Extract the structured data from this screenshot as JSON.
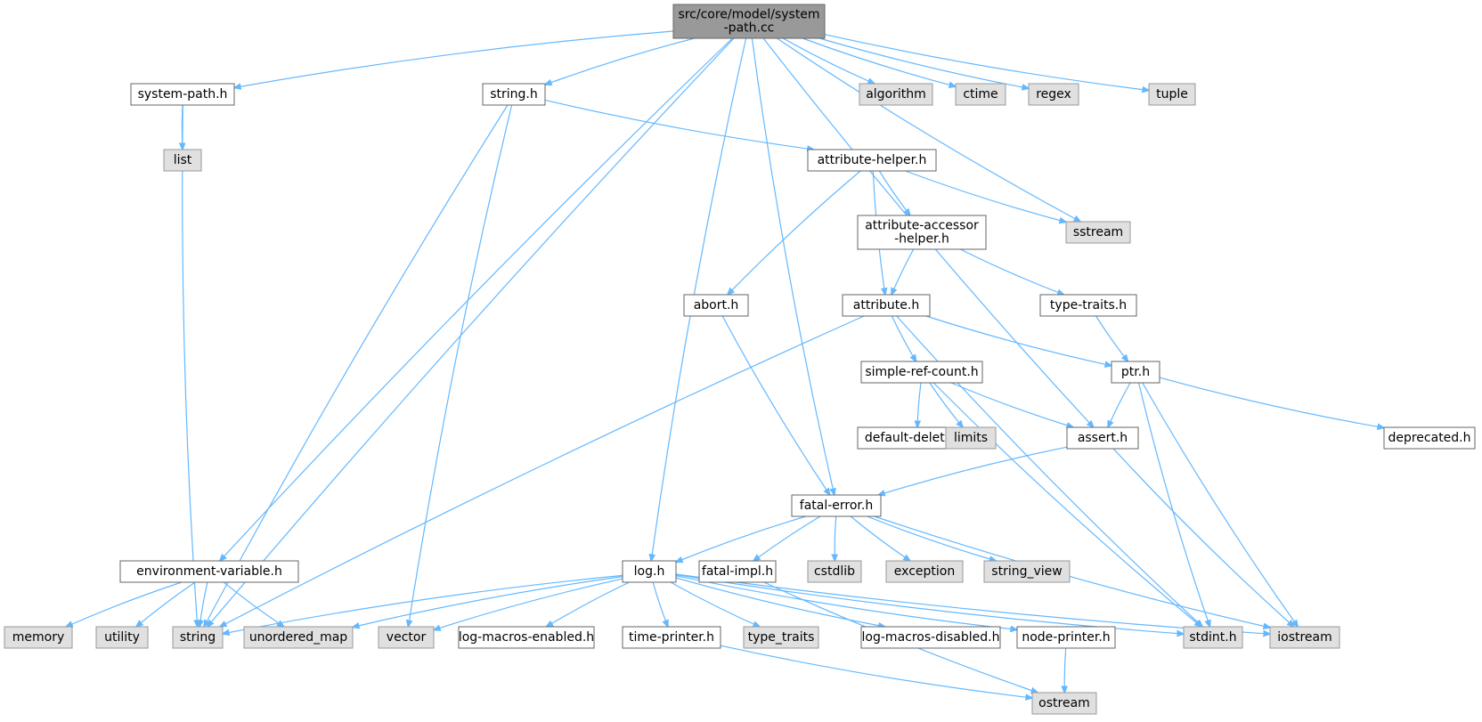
{
  "graph": {
    "colors": {
      "edge": "#63b8ff",
      "root_fill": "#999999",
      "file_fill": "#ffffff",
      "system_fill": "#e0e0e0",
      "border": "#666666"
    },
    "nodes": [
      {
        "id": "root",
        "label": [
          "src/core/model/system",
          "-path.cc"
        ],
        "kind": "root"
      },
      {
        "id": "system_path_h",
        "label": [
          "system-path.h"
        ],
        "kind": "file"
      },
      {
        "id": "string_h",
        "label": [
          "string.h"
        ],
        "kind": "file"
      },
      {
        "id": "algorithm",
        "label": [
          "algorithm"
        ],
        "kind": "system"
      },
      {
        "id": "ctime",
        "label": [
          "ctime"
        ],
        "kind": "system"
      },
      {
        "id": "regex",
        "label": [
          "regex"
        ],
        "kind": "system"
      },
      {
        "id": "tuple",
        "label": [
          "tuple"
        ],
        "kind": "system"
      },
      {
        "id": "list",
        "label": [
          "list"
        ],
        "kind": "system"
      },
      {
        "id": "attribute_helper_h",
        "label": [
          "attribute-helper.h"
        ],
        "kind": "file"
      },
      {
        "id": "sstream",
        "label": [
          "sstream"
        ],
        "kind": "system"
      },
      {
        "id": "attribute_accessor_helper_h",
        "label": [
          "attribute-accessor",
          "-helper.h"
        ],
        "kind": "file"
      },
      {
        "id": "abort_h",
        "label": [
          "abort.h"
        ],
        "kind": "file"
      },
      {
        "id": "attribute_h",
        "label": [
          "attribute.h"
        ],
        "kind": "file"
      },
      {
        "id": "type_traits_h",
        "label": [
          "type-traits.h"
        ],
        "kind": "file"
      },
      {
        "id": "simple_ref_count_h",
        "label": [
          "simple-ref-count.h"
        ],
        "kind": "file"
      },
      {
        "id": "ptr_h",
        "label": [
          "ptr.h"
        ],
        "kind": "file"
      },
      {
        "id": "default_deleter_h",
        "label": [
          "default-deleter.h"
        ],
        "kind": "file"
      },
      {
        "id": "limits",
        "label": [
          "limits"
        ],
        "kind": "system"
      },
      {
        "id": "assert_h",
        "label": [
          "assert.h"
        ],
        "kind": "file"
      },
      {
        "id": "deprecated_h",
        "label": [
          "deprecated.h"
        ],
        "kind": "file"
      },
      {
        "id": "fatal_error_h",
        "label": [
          "fatal-error.h"
        ],
        "kind": "file"
      },
      {
        "id": "environment_variable_h",
        "label": [
          "environment-variable.h"
        ],
        "kind": "file"
      },
      {
        "id": "log_h",
        "label": [
          "log.h"
        ],
        "kind": "file"
      },
      {
        "id": "fatal_impl_h",
        "label": [
          "fatal-impl.h"
        ],
        "kind": "file"
      },
      {
        "id": "cstdlib",
        "label": [
          "cstdlib"
        ],
        "kind": "system"
      },
      {
        "id": "exception",
        "label": [
          "exception"
        ],
        "kind": "system"
      },
      {
        "id": "string_view",
        "label": [
          "string_view"
        ],
        "kind": "system"
      },
      {
        "id": "memory",
        "label": [
          "memory"
        ],
        "kind": "system"
      },
      {
        "id": "utility",
        "label": [
          "utility"
        ],
        "kind": "system"
      },
      {
        "id": "string",
        "label": [
          "string"
        ],
        "kind": "system"
      },
      {
        "id": "unordered_map",
        "label": [
          "unordered_map"
        ],
        "kind": "system"
      },
      {
        "id": "vector",
        "label": [
          "vector"
        ],
        "kind": "system"
      },
      {
        "id": "log_macros_enabled_h",
        "label": [
          "log-macros-enabled.h"
        ],
        "kind": "file"
      },
      {
        "id": "time_printer_h",
        "label": [
          "time-printer.h"
        ],
        "kind": "file"
      },
      {
        "id": "type_traits",
        "label": [
          "type_traits"
        ],
        "kind": "system"
      },
      {
        "id": "log_macros_disabled_h",
        "label": [
          "log-macros-disabled.h"
        ],
        "kind": "file"
      },
      {
        "id": "node_printer_h",
        "label": [
          "node-printer.h"
        ],
        "kind": "file"
      },
      {
        "id": "stdint_h",
        "label": [
          "stdint.h"
        ],
        "kind": "system"
      },
      {
        "id": "iostream",
        "label": [
          "iostream"
        ],
        "kind": "system"
      },
      {
        "id": "ostream",
        "label": [
          "ostream"
        ],
        "kind": "system"
      }
    ],
    "edges": [
      [
        "root",
        "system_path_h"
      ],
      [
        "root",
        "string_h"
      ],
      [
        "root",
        "algorithm"
      ],
      [
        "root",
        "ctime"
      ],
      [
        "root",
        "regex"
      ],
      [
        "root",
        "tuple"
      ],
      [
        "root",
        "environment_variable_h"
      ],
      [
        "root",
        "string"
      ],
      [
        "root",
        "log_h"
      ],
      [
        "root",
        "fatal_error_h"
      ],
      [
        "root",
        "assert_h"
      ],
      [
        "root",
        "sstream"
      ],
      [
        "system_path_h",
        "list"
      ],
      [
        "system_path_h",
        "string"
      ],
      [
        "string_h",
        "attribute_helper_h"
      ],
      [
        "string_h",
        "string"
      ],
      [
        "string_h",
        "vector"
      ],
      [
        "attribute_helper_h",
        "sstream"
      ],
      [
        "attribute_helper_h",
        "attribute_accessor_helper_h"
      ],
      [
        "attribute_helper_h",
        "abort_h"
      ],
      [
        "attribute_helper_h",
        "attribute_h"
      ],
      [
        "attribute_accessor_helper_h",
        "attribute_h"
      ],
      [
        "attribute_accessor_helper_h",
        "type_traits_h"
      ],
      [
        "type_traits_h",
        "ptr_h"
      ],
      [
        "abort_h",
        "fatal_error_h"
      ],
      [
        "attribute_h",
        "string"
      ],
      [
        "attribute_h",
        "simple_ref_count_h"
      ],
      [
        "attribute_h",
        "ptr_h"
      ],
      [
        "attribute_h",
        "stdint_h"
      ],
      [
        "simple_ref_count_h",
        "default_deleter_h"
      ],
      [
        "simple_ref_count_h",
        "limits"
      ],
      [
        "simple_ref_count_h",
        "assert_h"
      ],
      [
        "simple_ref_count_h",
        "stdint_h"
      ],
      [
        "ptr_h",
        "assert_h"
      ],
      [
        "ptr_h",
        "deprecated_h"
      ],
      [
        "ptr_h",
        "stdint_h"
      ],
      [
        "ptr_h",
        "iostream"
      ],
      [
        "assert_h",
        "fatal_error_h"
      ],
      [
        "assert_h",
        "iostream"
      ],
      [
        "fatal_error_h",
        "log_h"
      ],
      [
        "fatal_error_h",
        "fatal_impl_h"
      ],
      [
        "fatal_error_h",
        "cstdlib"
      ],
      [
        "fatal_error_h",
        "exception"
      ],
      [
        "fatal_error_h",
        "string_view"
      ],
      [
        "fatal_error_h",
        "iostream"
      ],
      [
        "fatal_impl_h",
        "ostream"
      ],
      [
        "environment_variable_h",
        "memory"
      ],
      [
        "environment_variable_h",
        "utility"
      ],
      [
        "environment_variable_h",
        "string"
      ],
      [
        "environment_variable_h",
        "unordered_map"
      ],
      [
        "log_h",
        "string"
      ],
      [
        "log_h",
        "unordered_map"
      ],
      [
        "log_h",
        "vector"
      ],
      [
        "log_h",
        "log_macros_enabled_h"
      ],
      [
        "log_h",
        "time_printer_h"
      ],
      [
        "log_h",
        "type_traits"
      ],
      [
        "log_h",
        "log_macros_disabled_h"
      ],
      [
        "log_h",
        "node_printer_h"
      ],
      [
        "log_h",
        "stdint_h"
      ],
      [
        "log_h",
        "iostream"
      ],
      [
        "time_printer_h",
        "ostream"
      ],
      [
        "node_printer_h",
        "ostream"
      ]
    ]
  }
}
